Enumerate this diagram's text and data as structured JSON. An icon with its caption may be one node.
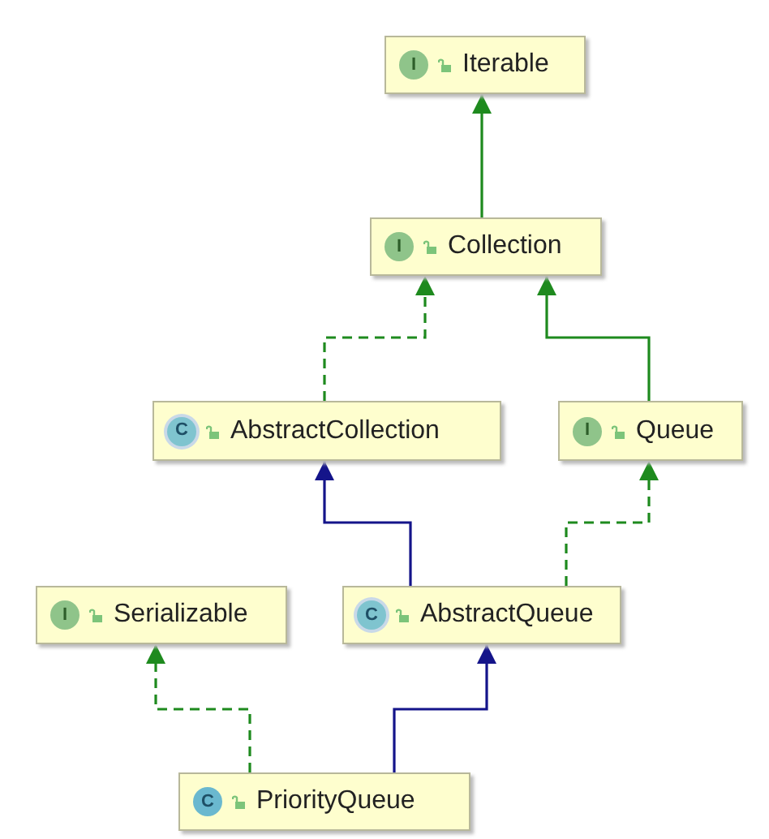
{
  "diagram": {
    "nodes": [
      {
        "text": [
          "I",
          "Iterable"
        ]
      },
      {
        "text": [
          "I",
          "Collection"
        ]
      },
      {
        "text": [
          "C",
          "AbstractCollection"
        ]
      },
      {
        "text": [
          "I",
          "Queue"
        ]
      },
      {
        "text": [
          "I",
          "Serializable"
        ]
      },
      {
        "text": [
          "C",
          "AbstractQueue"
        ]
      },
      {
        "text": [
          "C",
          "PriorityQueue"
        ]
      }
    ],
    "edges": [
      {
        "from": 1,
        "to": 0,
        "arrow": "to"
      },
      {
        "from": 2,
        "to": 1,
        "arrow": "to",
        "style": "dashed"
      },
      {
        "from": 3,
        "to": 1,
        "arrow": "to"
      },
      {
        "from": 5,
        "to": 2,
        "arrow": "to",
        "color": "#14148a"
      },
      {
        "from": 5,
        "to": 3,
        "arrow": "to",
        "style": "dashed"
      },
      {
        "from": 6,
        "to": 4,
        "arrow": "to",
        "style": "dashed"
      },
      {
        "from": 6,
        "to": 5,
        "arrow": "to",
        "color": "#14148a"
      }
    ]
  }
}
